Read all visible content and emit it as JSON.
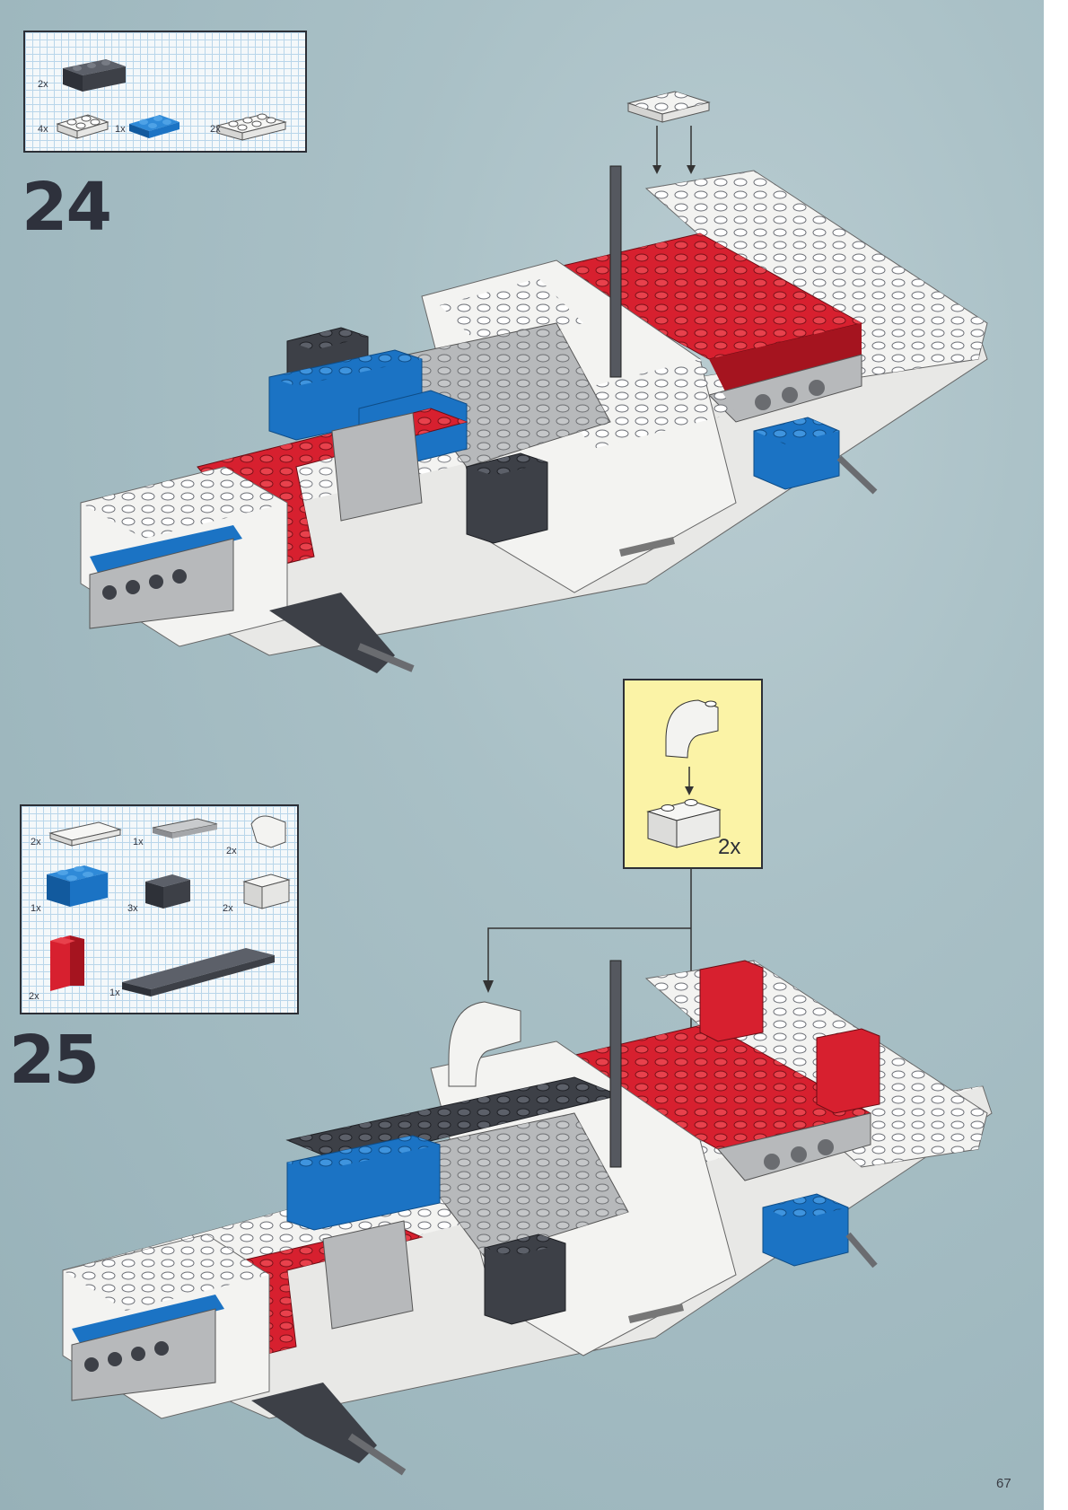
{
  "page_number": "67",
  "steps": [
    {
      "number": "24",
      "parts": [
        {
          "qty": "2x",
          "part": "dark-gray-brick-1x3"
        },
        {
          "qty": "4x",
          "part": "white-plate-2x2"
        },
        {
          "qty": "1x",
          "part": "blue-plate-2x2"
        },
        {
          "qty": "2x",
          "part": "white-plate-2x3"
        }
      ]
    },
    {
      "number": "25",
      "parts": [
        {
          "qty": "2x",
          "part": "white-plate-1x4"
        },
        {
          "qty": "1x",
          "part": "gray-grille-tile"
        },
        {
          "qty": "2x",
          "part": "white-curved-slope"
        },
        {
          "qty": "1x",
          "part": "blue-brick-2x2"
        },
        {
          "qty": "3x",
          "part": "dark-gray-brick-1x2"
        },
        {
          "qty": "2x",
          "part": "white-brick-1x2"
        },
        {
          "qty": "2x",
          "part": "red-panel"
        },
        {
          "qty": "1x",
          "part": "dark-gray-plate-1x8"
        }
      ],
      "subassembly": {
        "qty": "2x"
      }
    }
  ],
  "colors": {
    "background": "#a9c0c6",
    "callout": "#fbf3a6",
    "lego_red": "#d7202f",
    "lego_blue": "#1b73c4",
    "lego_dark_gray": "#3d4047",
    "lego_white": "#f3f3f1",
    "lego_light_gray": "#b7b9bb"
  }
}
